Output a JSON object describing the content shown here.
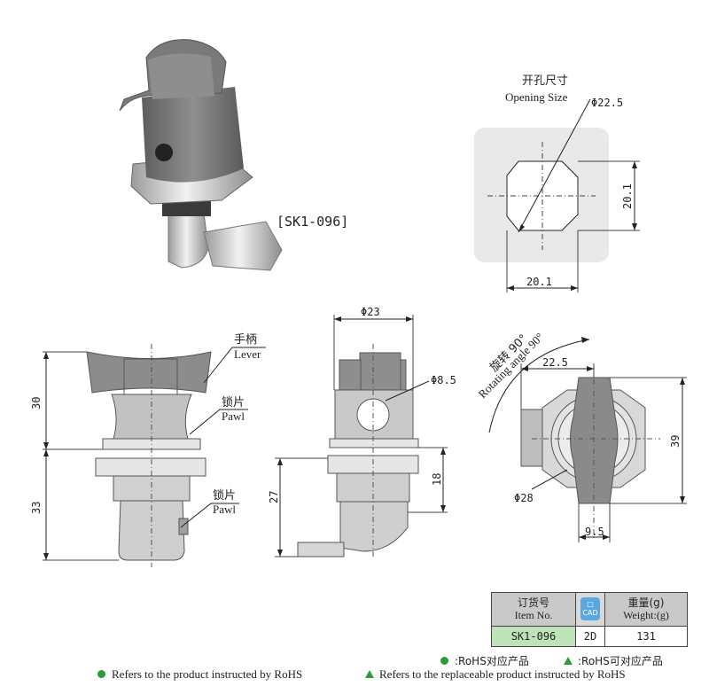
{
  "product_code_label": "[SK1-096]",
  "opening": {
    "title_cn": "开孔尺寸",
    "title_en": "Opening Size",
    "diameter": "Φ22.5",
    "height": "20.1",
    "width": "20.1"
  },
  "front_view": {
    "lever_cn": "手柄",
    "lever_en": "Lever",
    "pawl1_cn": "锁片",
    "pawl1_en": "Pawl",
    "pawl2_cn": "锁片",
    "pawl2_en": "Pawl",
    "dim_upper": "30",
    "dim_lower": "33"
  },
  "side_view": {
    "dia_top": "Φ23",
    "dia_hole": "Φ8.5",
    "dim_27": "27",
    "dim_18": "18"
  },
  "top_view": {
    "rotate_cn": "旋转 90°",
    "rotate_en": "Rotating angle 90°",
    "dim_22_5": "22.5",
    "dim_39": "39",
    "dia_28": "Φ28",
    "dim_9_5": "9.5"
  },
  "table": {
    "h_item_cn": "订货号",
    "h_item_en": "Item No.",
    "h_cad": "CAD",
    "h_weight_cn": "重量(g)",
    "h_weight_en": "Weight:(g)",
    "item_no": "SK1-096",
    "cad": "2D",
    "weight": "131"
  },
  "legend": {
    "rohs_cn": ":RoHS对应产品",
    "rohs_repl_cn": ":RoHS可对应产品",
    "rohs_en": "Refers to the product instructed by RoHS",
    "rohs_repl_en": "Refers to the replaceable product instructed by RoHS"
  },
  "colors": {
    "part_gray": "#8a8a8a",
    "light_gray": "#c7c7c7",
    "green": "#2e9a3a",
    "table_code_bg": "#bfe3b8"
  }
}
